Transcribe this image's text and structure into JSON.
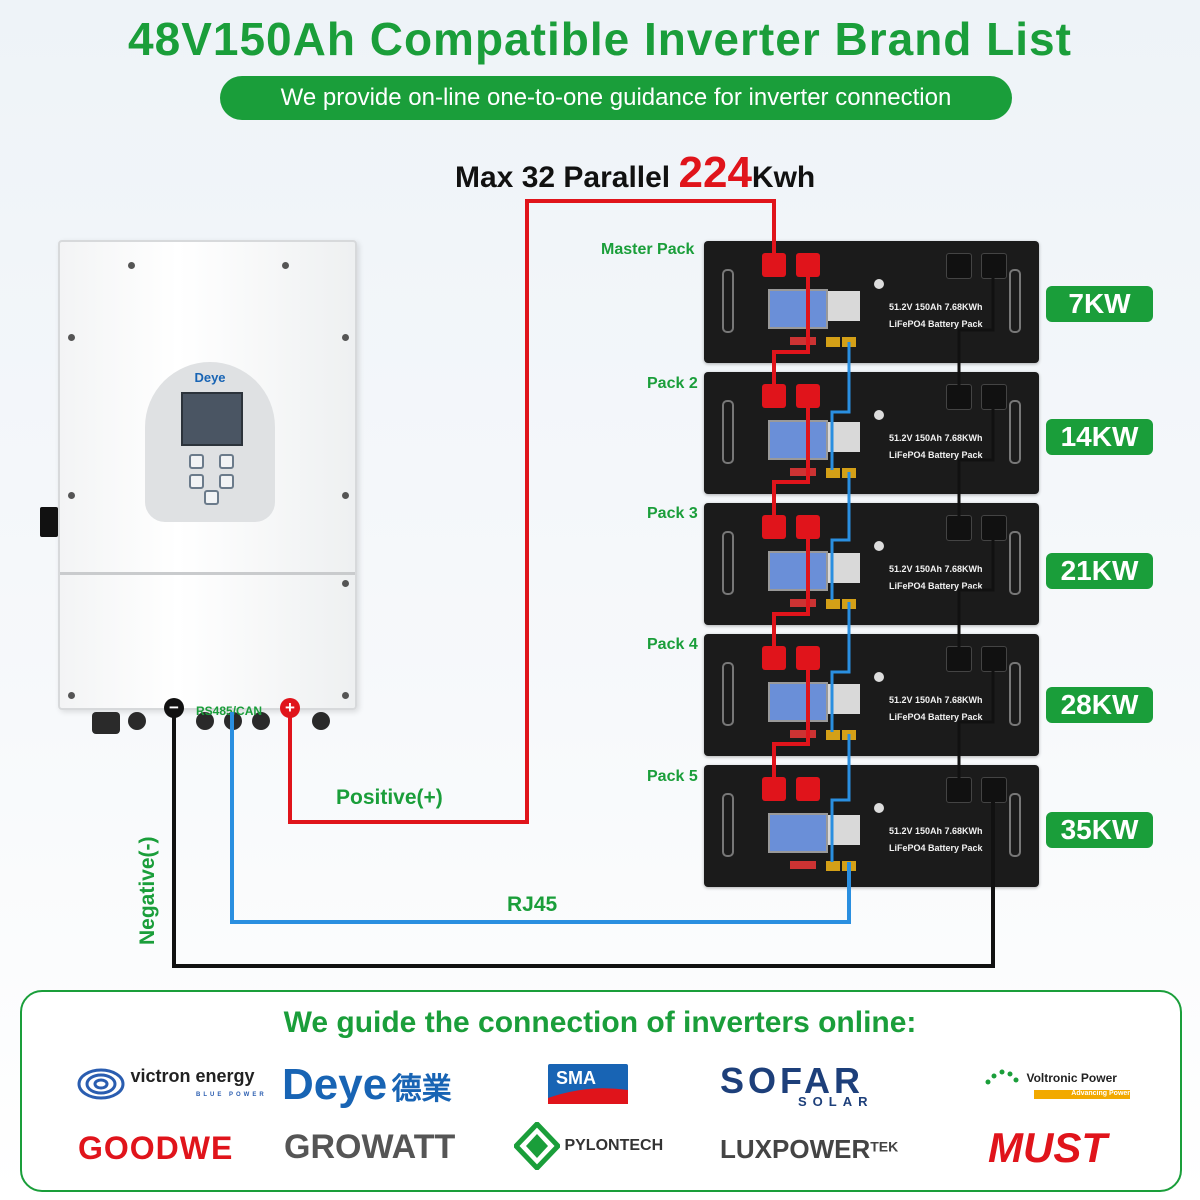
{
  "header": {
    "title": "48V150Ah Compatible Inverter Brand List",
    "subtitle": "We provide on-line one-to-one guidance for inverter connection"
  },
  "capacity": {
    "prefix": "Max 32 Parallel",
    "value": "224",
    "unit": "Kwh"
  },
  "inverter": {
    "brand": "Deye",
    "port_label": "RS485/CAN",
    "negative_symbol": "−",
    "positive_symbol": "+"
  },
  "packs": [
    {
      "label": "Master Pack",
      "kw": "7KW"
    },
    {
      "label": "Pack 2",
      "kw": "14KW"
    },
    {
      "label": "Pack 3",
      "kw": "21KW"
    },
    {
      "label": "Pack 4",
      "kw": "28KW"
    },
    {
      "label": "Pack 5",
      "kw": "35KW"
    }
  ],
  "battery_text": {
    "line1": "51.2V 150Ah 7.68KWh",
    "line2": "LiFePO4 Battery Pack"
  },
  "wires": {
    "positive": "Positive(+)",
    "negative": "Negative(-)",
    "rj45": "RJ45"
  },
  "colors": {
    "green": "#1a9e3a",
    "red": "#e0141b",
    "blue": "#2a8fe0",
    "black": "#111111"
  },
  "brands_section": {
    "title": "We guide the connection of inverters online:",
    "brands": [
      {
        "name": "victron energy",
        "sub": "BLUE POWER"
      },
      {
        "name": "Deye",
        "sub": "德業"
      },
      {
        "name": "SMA",
        "sub": ""
      },
      {
        "name": "SOFAR",
        "sub": "SOLAR"
      },
      {
        "name": "Voltronic Power",
        "sub": "Advancing Power"
      },
      {
        "name": "GOODWE",
        "sub": ""
      },
      {
        "name": "GROWATT",
        "sub": ""
      },
      {
        "name": "PYLONTECH",
        "sub": ""
      },
      {
        "name": "LUXPOWER",
        "sub": "TEK"
      },
      {
        "name": "MUST",
        "sub": ""
      }
    ]
  }
}
